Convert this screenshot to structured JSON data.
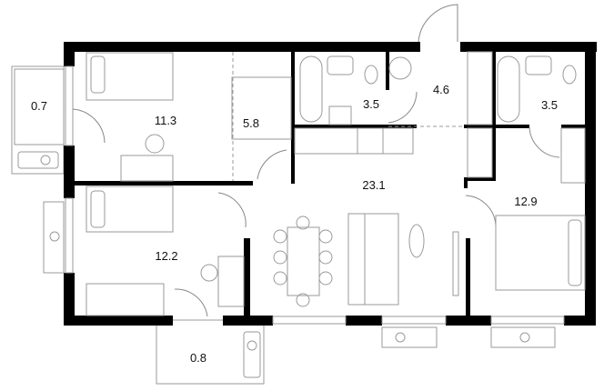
{
  "plan": {
    "rooms": [
      {
        "id": "balcony-left",
        "area": "0.7"
      },
      {
        "id": "bedroom-top",
        "area": "11.3"
      },
      {
        "id": "hall",
        "area": "5.8"
      },
      {
        "id": "bathroom-left",
        "area": "3.5"
      },
      {
        "id": "entrance",
        "area": "4.6"
      },
      {
        "id": "bathroom-right",
        "area": "3.5"
      },
      {
        "id": "living-kitchen",
        "area": "23.1"
      },
      {
        "id": "bedroom-right",
        "area": "12.9"
      },
      {
        "id": "bedroom-bottom",
        "area": "12.2"
      },
      {
        "id": "balcony-bottom",
        "area": "0.8"
      }
    ],
    "colors": {
      "wall": "#000000",
      "furniture": "#9a9a9a"
    }
  }
}
